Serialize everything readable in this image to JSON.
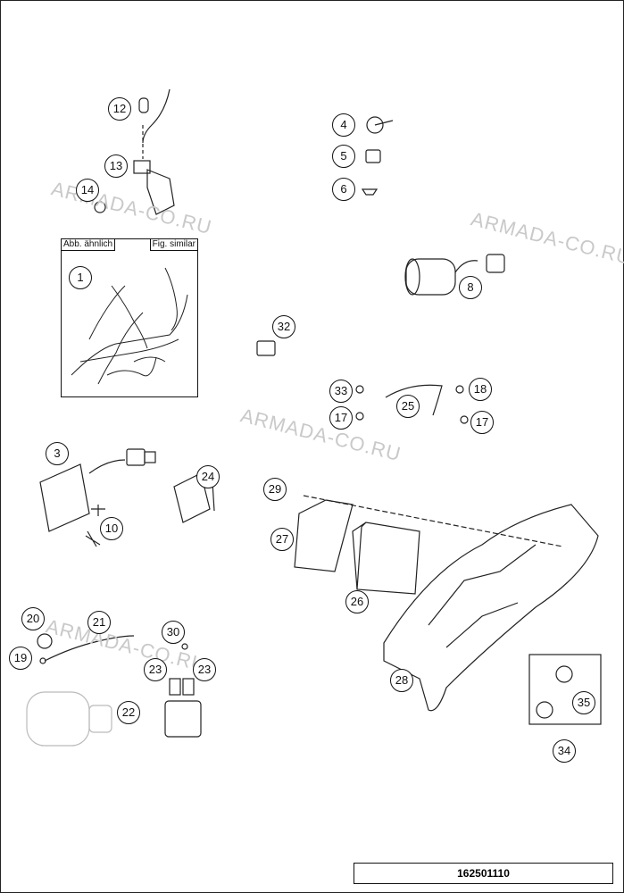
{
  "inset": {
    "label_left": "Abb. ähnlich",
    "label_right": "Fig. similar"
  },
  "watermark": "ARMADA-CO.RU",
  "document_number": "162501110",
  "callouts": [
    "1",
    "3",
    "4",
    "5",
    "6",
    "8",
    "10",
    "12",
    "13",
    "14",
    "17",
    "17",
    "18",
    "19",
    "20",
    "21",
    "22",
    "23",
    "23",
    "24",
    "25",
    "26",
    "27",
    "28",
    "29",
    "30",
    "32",
    "33",
    "34",
    "35"
  ],
  "colors": {
    "line": "#222222",
    "watermark": "#c9c9c9"
  }
}
